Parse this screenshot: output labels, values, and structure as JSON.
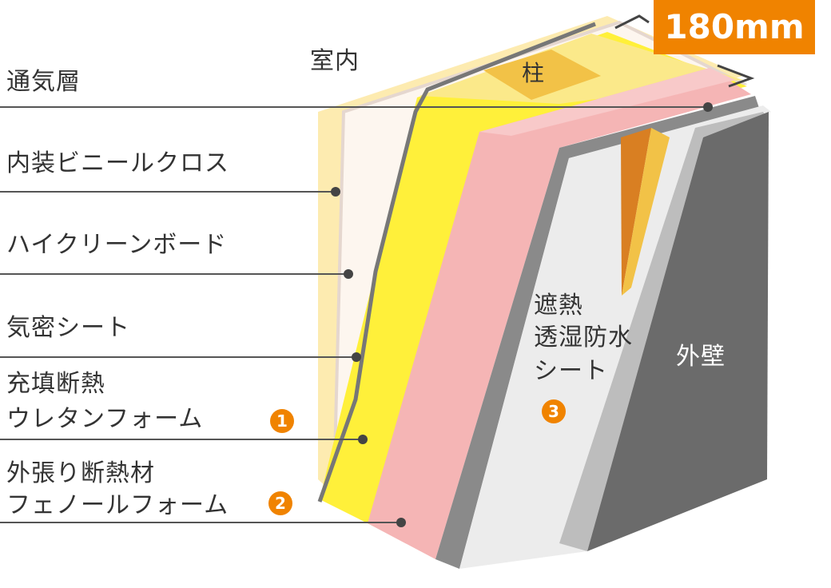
{
  "labels": {
    "ventilation_layer": "通気層",
    "vinyl_cloth": "内装ビニールクロス",
    "hyclean_board": "ハイクリーンボード",
    "airtight_sheet": "気密シート",
    "fill_insulation_line1": "充填断熱",
    "fill_insulation_line2": "ウレタンフォーム",
    "external_insulation_line1": "外張り断熱材",
    "external_insulation_line2": "フェノールフォーム",
    "indoor": "室内",
    "pillar": "柱",
    "heat_shield_line1": "遮熱",
    "heat_shield_line2": "透湿防水",
    "heat_shield_line3": "シート",
    "outer_wall": "外壁"
  },
  "dimension": "180mm",
  "badges": {
    "one": "1",
    "two": "2",
    "three": "3"
  },
  "colors": {
    "accent": "#f08300",
    "urethane": "#fff03a",
    "phenol": "#f5b5b5",
    "outer_wall": "#6b6b6b",
    "pillar": "#f2c247"
  }
}
